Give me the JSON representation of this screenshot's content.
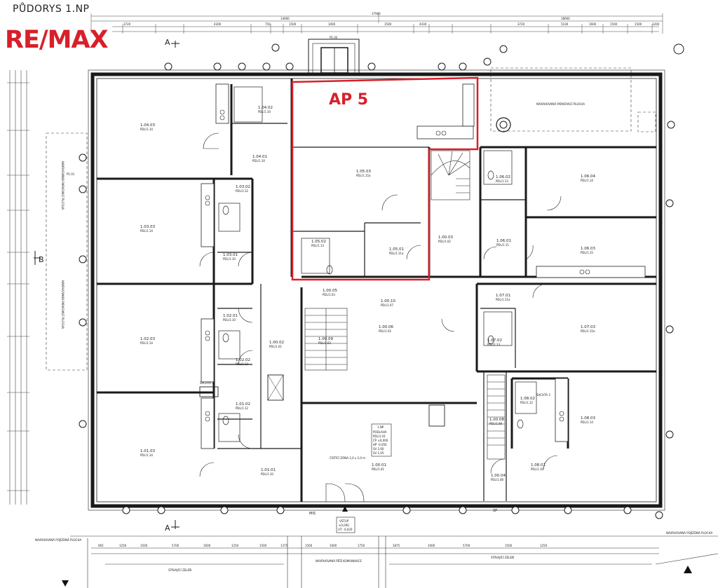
{
  "title": "PŮDORYS 1.NP",
  "logo": {
    "left": "RE",
    "right": "MAX"
  },
  "highlight": {
    "label": "AP 5",
    "color": "#d7202a"
  },
  "colors": {
    "wall": "#1a1a1a",
    "line": "#333333",
    "accent": "#d7202a"
  },
  "markers": {
    "section_a": "A",
    "section_b": "B",
    "entry": "MIS",
    "sp": "SP",
    "p1": "P1.01",
    "p2": "P1.02"
  },
  "dims_top": [
    "37900",
    "14600",
    "18600",
    "3720",
    "4300",
    "750",
    "1500",
    "1000",
    "1500",
    "4430",
    "3720",
    "5100",
    "1600",
    "1500",
    "1500",
    "1200"
  ],
  "dims_bottom": [
    "665",
    "1250",
    "1500",
    "5700",
    "1600",
    "1250",
    "1500",
    "1375",
    "1500",
    "1000",
    "1750",
    "1875",
    "1000",
    "5700",
    "1500",
    "1250"
  ],
  "rooms": [
    {
      "id": "1.04.03",
      "sub": "PDL/1.14"
    },
    {
      "id": "1.04.02",
      "sub": "PDL/1.10"
    },
    {
      "id": "1.04.01",
      "sub": "PDL/1.10"
    },
    {
      "id": "1.03.03",
      "sub": "PDL/1.14"
    },
    {
      "id": "1.03.02",
      "sub": "PDL/1.12"
    },
    {
      "id": "1.03.01",
      "sub": "PDL/1.10"
    },
    {
      "id": "1.02.03",
      "sub": "PDL/1.14"
    },
    {
      "id": "1.02.01",
      "sub": "PDL/1.10"
    },
    {
      "id": "1.02.02",
      "sub": "PDL/1.12"
    },
    {
      "id": "1.01.03",
      "sub": "PDL/1.14"
    },
    {
      "id": "1.01.02",
      "sub": "PDL/1.12"
    },
    {
      "id": "1.01.01",
      "sub": "PDL/1.10"
    },
    {
      "id": "1.00.02",
      "sub": "PDL/1.01"
    },
    {
      "id": "1.05.03",
      "sub": "PDL/1.15a"
    },
    {
      "id": "1.05.02",
      "sub": "PDL/1.13"
    },
    {
      "id": "1.05.01",
      "sub": "PDL/1.11a"
    },
    {
      "id": "1.00.03",
      "sub": "PDL/1.02"
    },
    {
      "id": "1.00.05",
      "sub": "PDL/1.03"
    },
    {
      "id": "1.00.10",
      "sub": "PDL/1.07"
    },
    {
      "id": "1.00.06",
      "sub": "PDL/1.02"
    },
    {
      "id": "1.00.09",
      "sub": "PDL/1.03"
    },
    {
      "id": "1.06.02",
      "sub": "PDL/1.13"
    },
    {
      "id": "1.06.04",
      "sub": "PDL/1.14"
    },
    {
      "id": "1.06.01",
      "sub": "PDL/1.11"
    },
    {
      "id": "1.06.03",
      "sub": "PDL/1.15"
    },
    {
      "id": "1.07.01",
      "sub": "PDL/1.11a"
    },
    {
      "id": "1.07.02",
      "sub": "PDL/1.13"
    },
    {
      "id": "1.07.03",
      "sub": "PDL/1.15a"
    },
    {
      "id": "1.08.02",
      "sub": "PDL/1.12"
    },
    {
      "id": "1.08.03",
      "sub": "PDL/1.14"
    },
    {
      "id": "1.00.08",
      "sub": "PDL/1.08"
    },
    {
      "id": "1.08.01",
      "sub": "PDL/1.10"
    },
    {
      "id": "1.00.04",
      "sub": "PDL/1.08"
    },
    {
      "id": "1.00.01",
      "sub": "PDL/1.01"
    }
  ],
  "notes": {
    "parking_top": "NAVRHOVANÁ PARKOVACÍ PLOCHA",
    "parking_left": "NAVRHOVANÁ PARKOVACÍ PLOCHA",
    "walk_area": "NAVRHOVANÁ POJÍZDNÁ PLOCHA",
    "pedestrian": "NAVRHOVANÁ PĚŠÍ KOMUNIKACE",
    "existing_left": "STÁVAJÍCÍ ZELEŇ",
    "existing_right": "STÁVAJÍCÍ ZELEŇ",
    "clean_zone": "ČISTÍCÍ ZÓNA 2,0 x 2,0 m",
    "shaft1": "ŠACHTA 2",
    "shaft2": "ŠACHTA 3",
    "np_label": "1.NP",
    "legend": [
      "PODLAHA",
      "PDL/1.01",
      "ČP ±0,000",
      "HP -0,050",
      "SV 2,60",
      "SV 1,05"
    ],
    "exit": "VSTUP",
    "level": "±0,000",
    "lvl2": "UT: -0,020"
  }
}
